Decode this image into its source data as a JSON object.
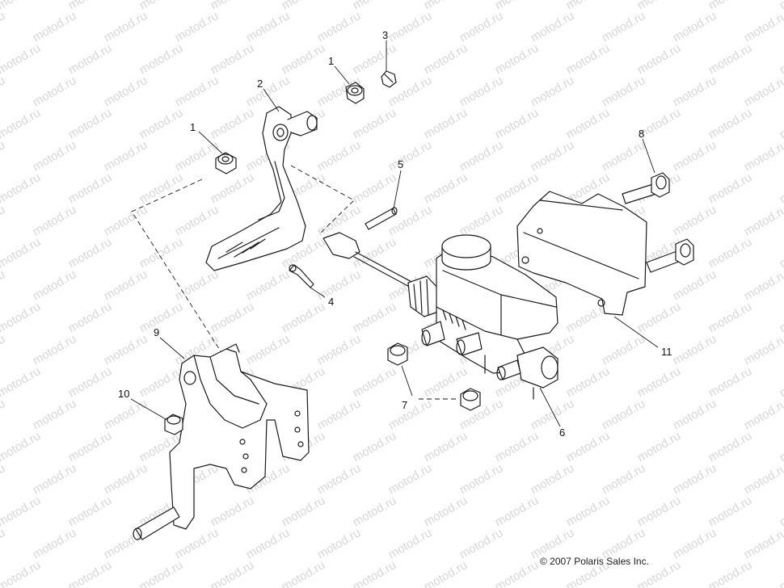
{
  "callouts": {
    "c1a": "1",
    "c1b": "1",
    "c2": "2",
    "c3": "3",
    "c4": "4",
    "c5": "5",
    "c6": "6",
    "c7": "7",
    "c8": "8",
    "c9": "9",
    "c10": "10",
    "c11": "11"
  },
  "watermark": "motod.ru",
  "copyright": "© 2007 Polaris Sales Inc."
}
